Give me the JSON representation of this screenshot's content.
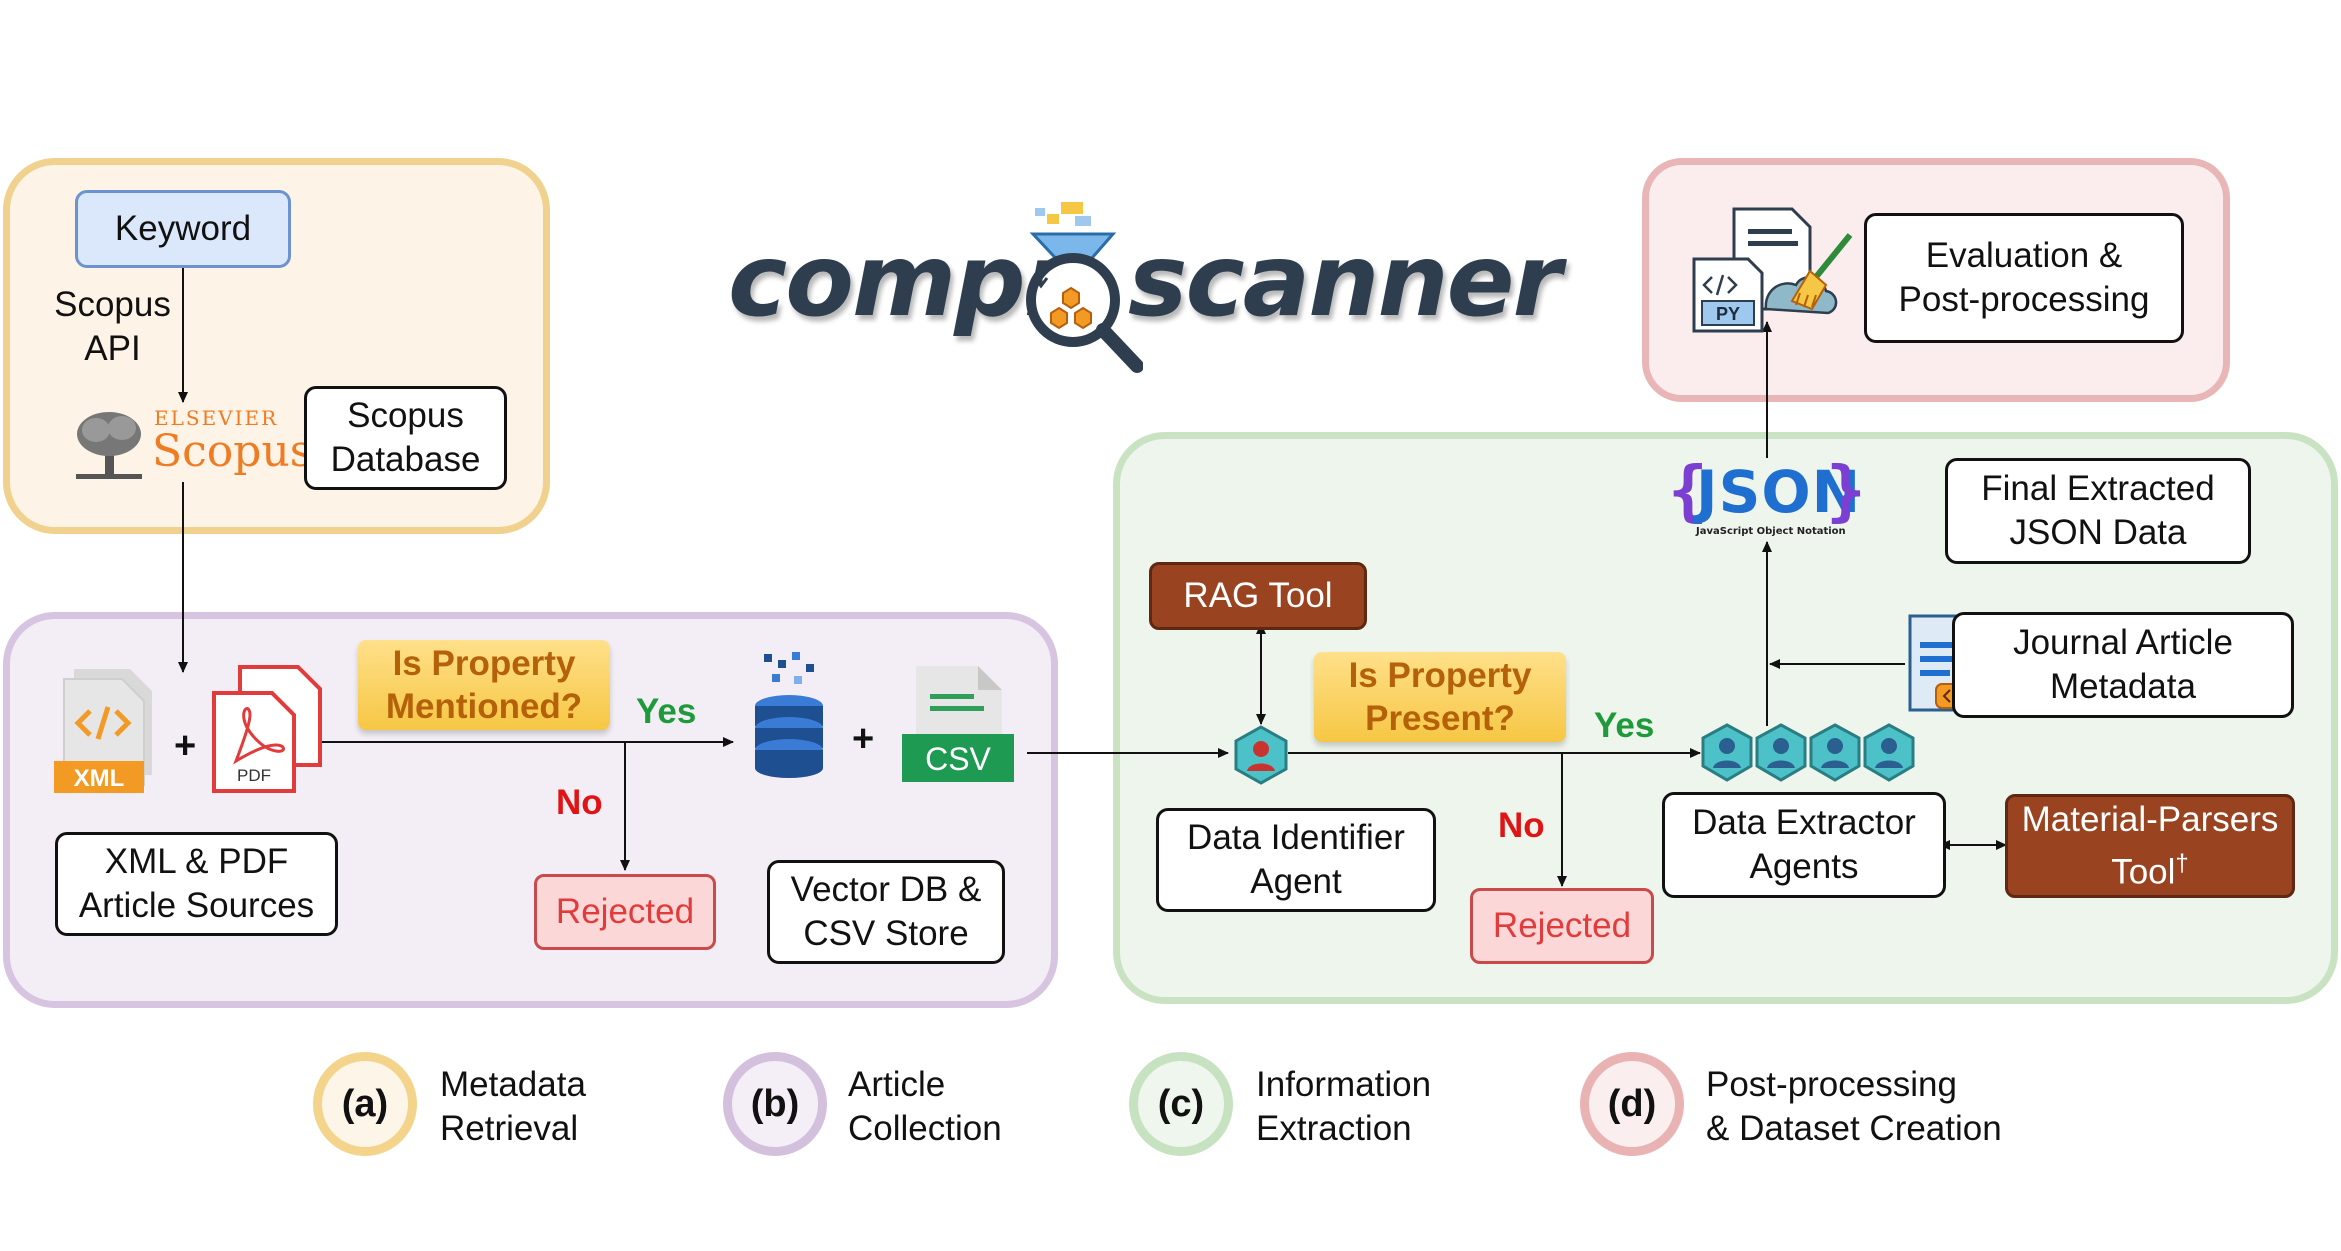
{
  "logo": {
    "part1": "compr",
    "part2": "scanner"
  },
  "panel_a": {
    "keyword": "Keyword",
    "api_label": "Scopus\nAPI",
    "elsevier_label": "ELSEVIER",
    "scopus_label": "Scopus",
    "database_box": "Scopus\nDatabase"
  },
  "panel_b": {
    "xml_badge": "XML",
    "pdf_badge": "PDF",
    "sources_box": "XML & PDF\nArticle Sources",
    "question": "Is Property\nMentioned?",
    "yes": "Yes",
    "no": "No",
    "rejected": "Rejected",
    "csv_badge": "CSV",
    "store_box": "Vector DB &\nCSV Store",
    "plus": "+"
  },
  "panel_c": {
    "rag_tool": "RAG Tool",
    "question": "Is Property\nPresent?",
    "yes": "Yes",
    "no": "No",
    "rejected": "Rejected",
    "identifier_box": "Data Identifier\nAgent",
    "extractor_box": "Data Extractor\nAgents",
    "parsers_tool": "Material-Parsers\nTool",
    "parsers_mark": "†",
    "json_text": "JSON",
    "json_open": "{",
    "json_close": "}",
    "json_caption": "JavaScript Object Notation",
    "final_box": "Final Extracted\nJSON Data",
    "metadata_box": "Journal Article\nMetadata"
  },
  "panel_d": {
    "eval_box": "Evaluation &\nPost-processing",
    "py_badge": "PY"
  },
  "legend": [
    {
      "key": "(a)",
      "label": "Metadata\nRetrieval",
      "ring": "#f3d48a",
      "fill": "#fdf5e8"
    },
    {
      "key": "(b)",
      "label": "Article\nCollection",
      "ring": "#d2c0dd",
      "fill": "#f4eef6"
    },
    {
      "key": "(c)",
      "label": "Information\nExtraction",
      "ring": "#c6e2c0",
      "fill": "#eff6ed"
    },
    {
      "key": "(d)",
      "label": "Post-processing\n& Dataset Creation",
      "ring": "#e9b3b3",
      "fill": "#fbeeee"
    }
  ],
  "colors": {
    "panel_a_border": "#f0d18d",
    "panel_a_fill": "#fdf4e7",
    "panel_b_border": "#d6c4e0",
    "panel_b_fill": "#f3eef6",
    "panel_c_border": "#c9e3c2",
    "panel_c_fill": "#eef5ec",
    "panel_d_border": "#e8b6b6",
    "panel_d_fill": "#fbeded",
    "keyword_fill": "#dbe8fb",
    "keyword_border": "#6c93cf",
    "logo_text": "#2f3e4e",
    "scopus_orange": "#ef7b23",
    "json_blue": "#1f6fd1",
    "json_purple": "#7b3fd1"
  }
}
